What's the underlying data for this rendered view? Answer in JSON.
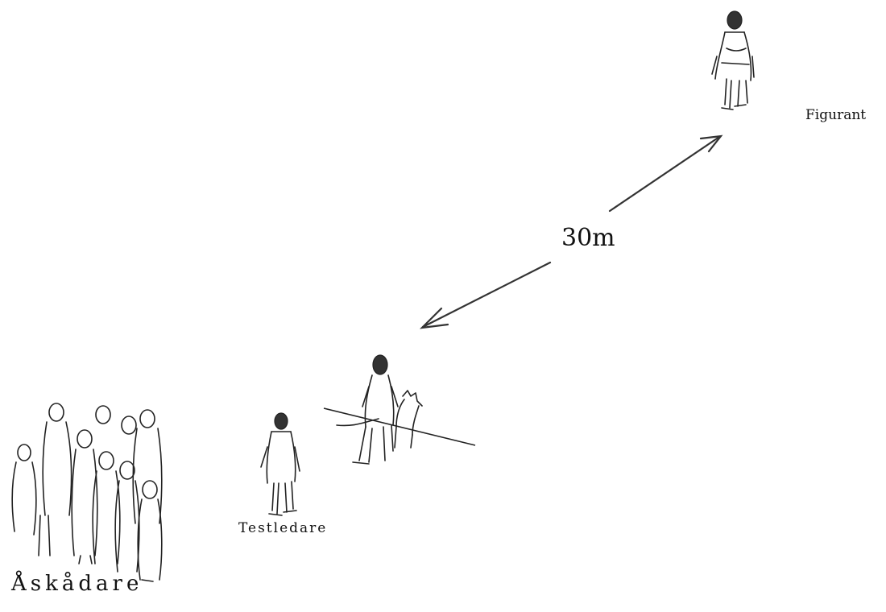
{
  "labels": {
    "figurant": "Figurant",
    "distance": "30m",
    "testledare": "Testledare",
    "askadare": "Åskådare"
  }
}
